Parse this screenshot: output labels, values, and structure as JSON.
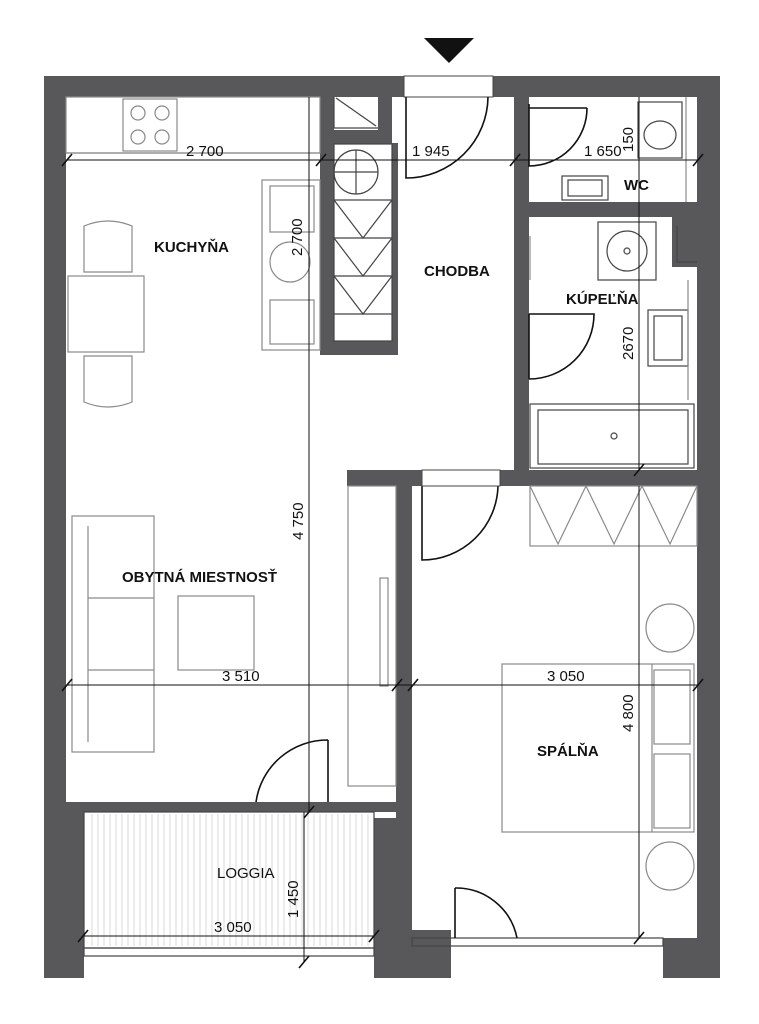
{
  "entrance_marker": "entrance-arrow",
  "rooms": {
    "kitchen": "KUCHYŇA",
    "hallway": "CHODBA",
    "wc": "WC",
    "bathroom": "KÚPEĽŇA",
    "living_room": "OBYTNÁ MIESTNOSŤ",
    "bedroom": "SPÁLŇA",
    "loggia": "LOGGIA"
  },
  "dimensions": {
    "kitchen_width": "2 700",
    "kitchen_depth": "2 700",
    "hallway_width": "1 945",
    "wc_width": "1 650",
    "wc_depth": "150",
    "bathroom_depth": "2670",
    "living_depth": "4 750",
    "living_width": "3 510",
    "bedroom_width": "3 050",
    "bedroom_depth": "4 800",
    "loggia_depth": "1 450",
    "loggia_width": "3 050"
  },
  "colors": {
    "wall": "#58585a",
    "furniture": "#8a8a8a",
    "text": "#111111"
  }
}
